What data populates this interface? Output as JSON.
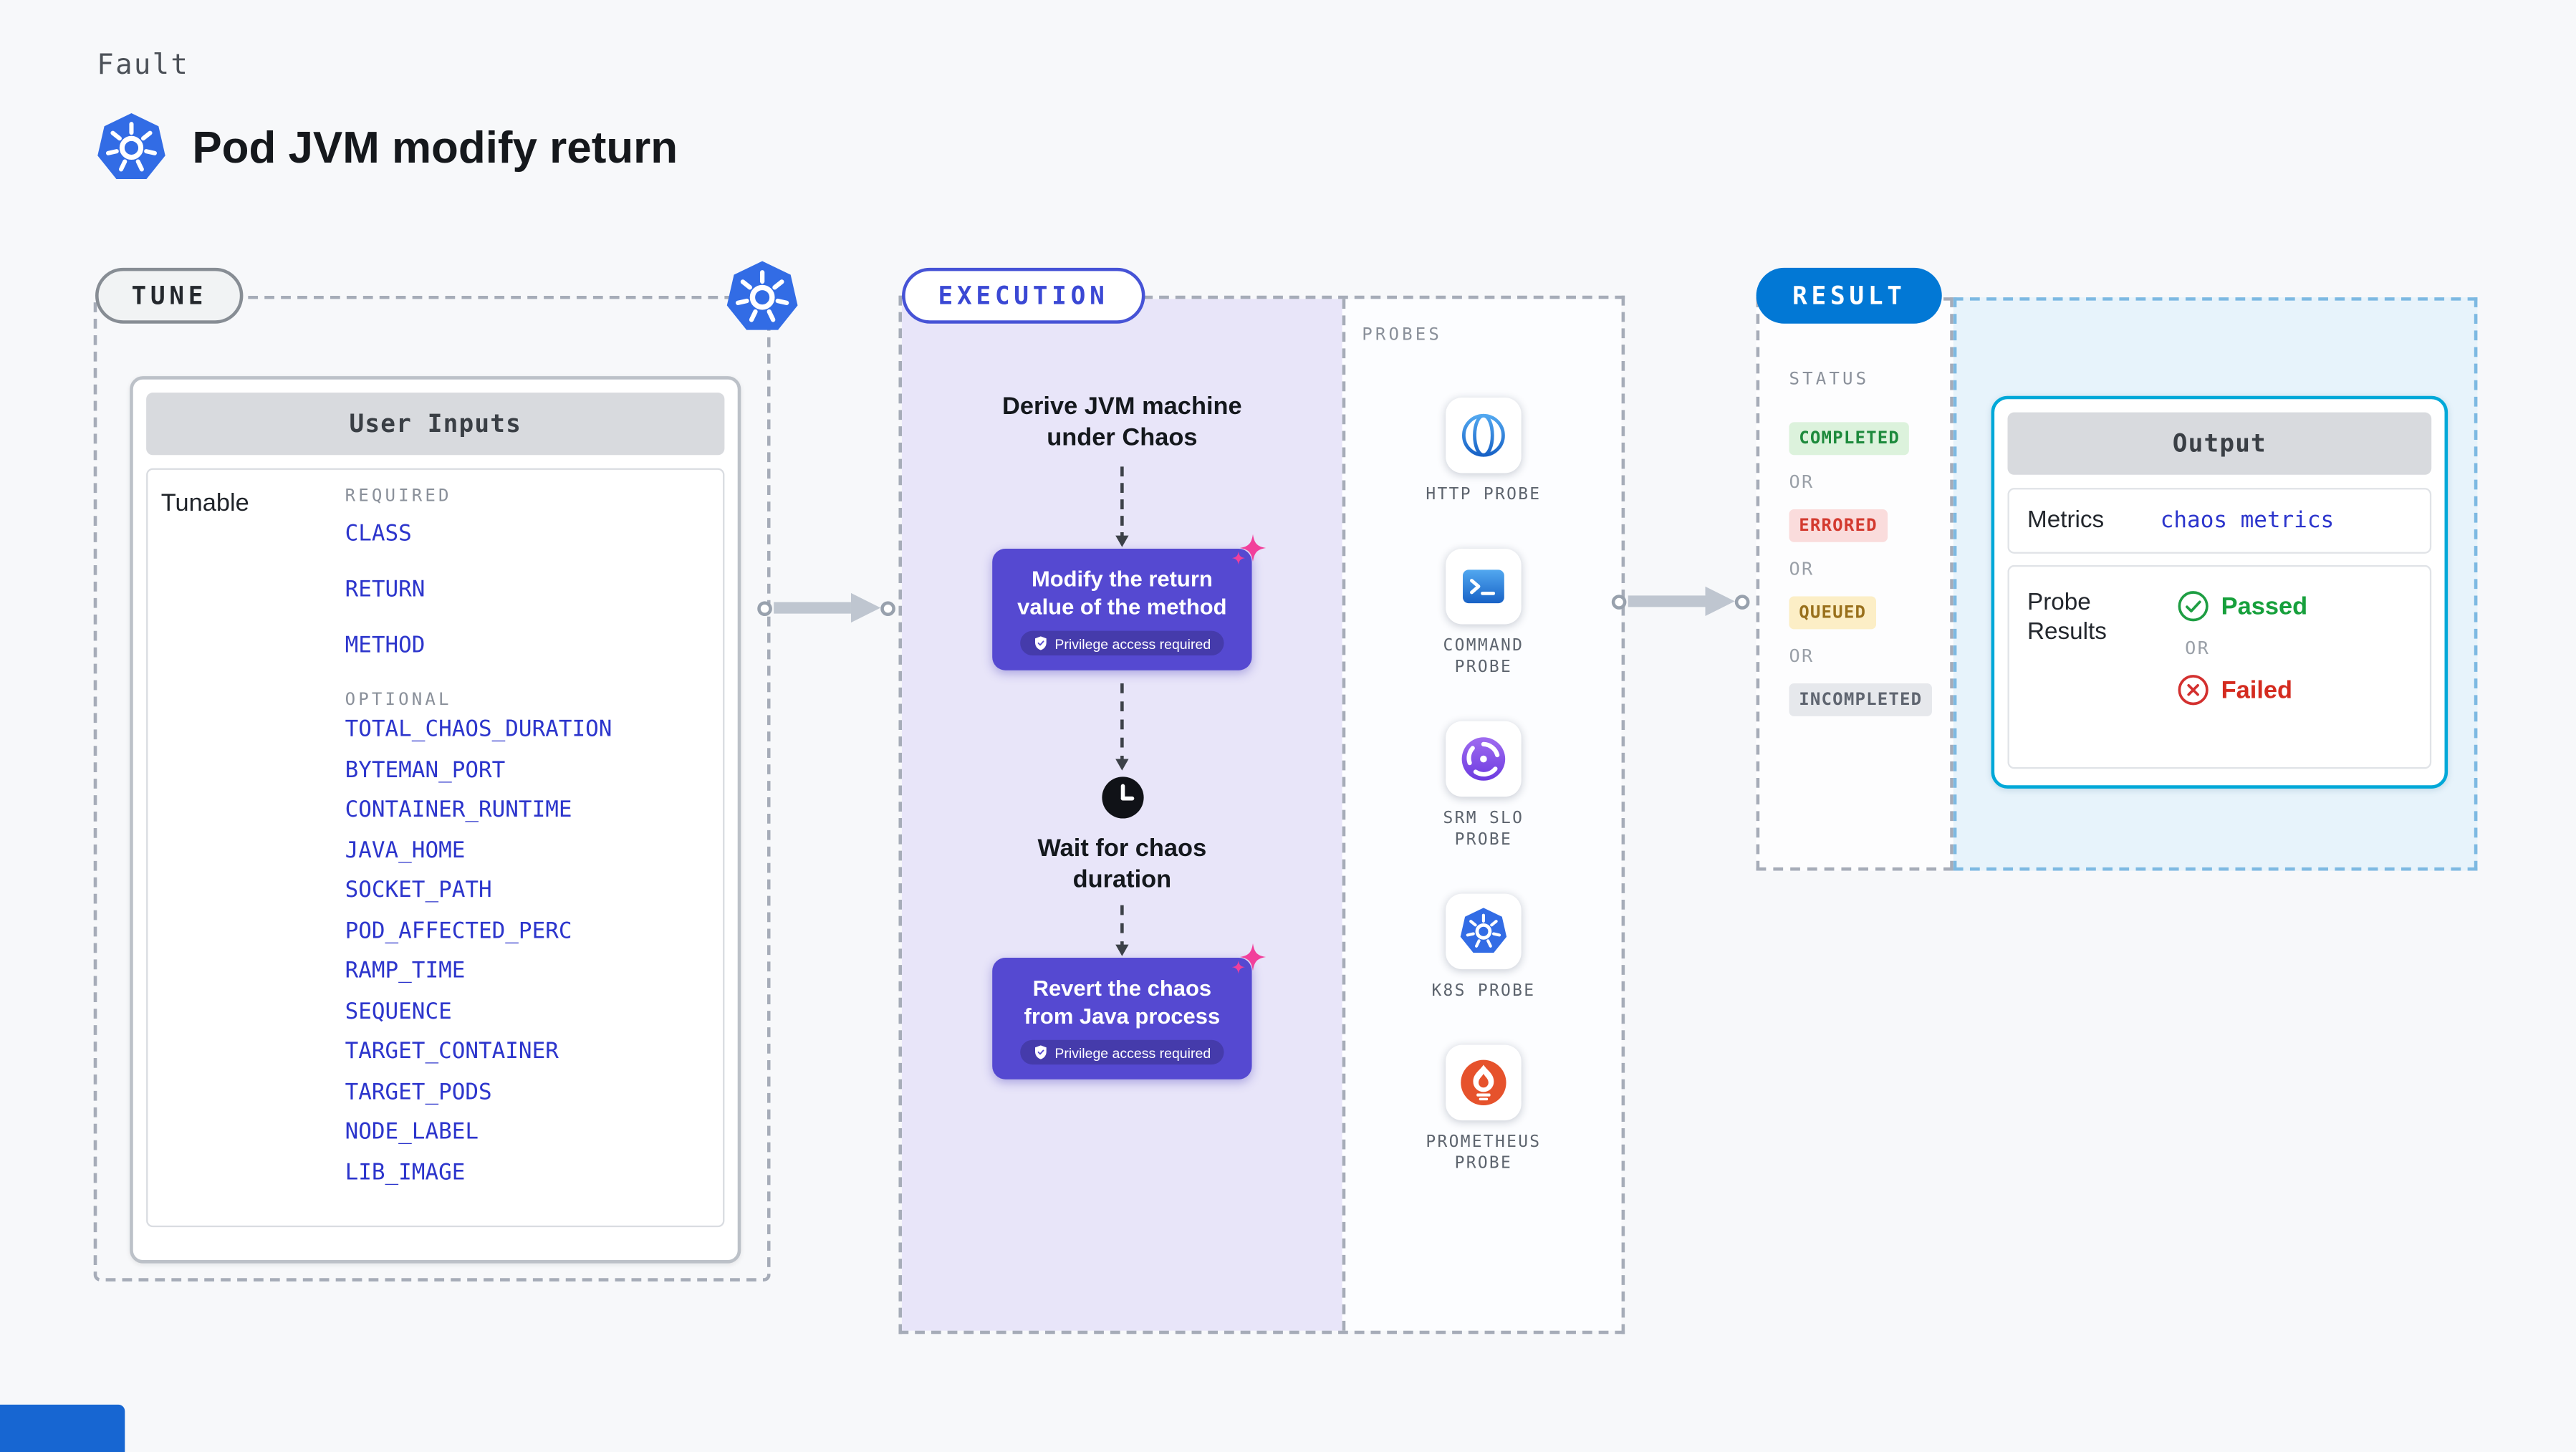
{
  "header": {
    "kicker": "Fault",
    "title": "Pod JVM modify return",
    "logo_icon": "kubernetes-icon"
  },
  "tune": {
    "label": "TUNE",
    "corner_icon": "kubernetes-icon",
    "card_title": "User Inputs",
    "row_label": "Tunable",
    "required_heading": "REQUIRED",
    "required_params": [
      "CLASS",
      "RETURN",
      "METHOD"
    ],
    "optional_heading": "OPTIONAL",
    "optional_params": [
      "TOTAL_CHAOS_DURATION",
      "BYTEMAN_PORT",
      "CONTAINER_RUNTIME",
      "JAVA_HOME",
      "SOCKET_PATH",
      "POD_AFFECTED_PERC",
      "RAMP_TIME",
      "SEQUENCE",
      "TARGET_CONTAINER",
      "TARGET_PODS",
      "NODE_LABEL",
      "LIB_IMAGE"
    ]
  },
  "execution": {
    "label": "EXECUTION",
    "steps": [
      {
        "type": "derive",
        "label": "Derive JVM machine under Chaos"
      },
      {
        "type": "action",
        "label": "Modify the return value of the method",
        "badge": "Privilege access required",
        "icon": "sparkle-icon"
      },
      {
        "type": "wait",
        "label": "Wait for chaos duration",
        "icon": "clock-icon"
      },
      {
        "type": "action",
        "label": "Revert the chaos from Java process",
        "badge": "Privilege access required",
        "icon": "sparkle-icon"
      }
    ]
  },
  "probes": {
    "heading": "PROBES",
    "items": [
      {
        "label": "HTTP PROBE",
        "icon": "globe-icon"
      },
      {
        "label": "COMMAND PROBE",
        "icon": "terminal-icon"
      },
      {
        "label": "SRM SLO PROBE",
        "icon": "slo-gauge-icon"
      },
      {
        "label": "K8S PROBE",
        "icon": "kubernetes-icon"
      },
      {
        "label": "PROMETHEUS PROBE",
        "icon": "prometheus-icon"
      }
    ]
  },
  "result": {
    "label": "RESULT",
    "status_heading": "STATUS",
    "or_label": "OR",
    "statuses": [
      {
        "label": "COMPLETED",
        "bg": "#dcf2dc",
        "color": "#1d8a3c"
      },
      {
        "label": "ERRORED",
        "bg": "#fadcdc",
        "color": "#d33a2f"
      },
      {
        "label": "QUEUED",
        "bg": "#fceec6",
        "color": "#99701c"
      },
      {
        "label": "INCOMPLETED",
        "bg": "#e6e8ec",
        "color": "#5f6570"
      }
    ],
    "output": {
      "title": "Output",
      "metrics_label": "Metrics",
      "metrics_value": "chaos metrics",
      "probe_results_label": "Probe Results",
      "passed_label": "Passed",
      "or_label": "OR",
      "failed_label": "Failed"
    }
  },
  "colors": {
    "page_bg": "#f7f8fa",
    "param_blue": "#2c35cc",
    "action_purple": "#5549d1",
    "execution_bg": "#e8e5f9",
    "execution_accent": "#4653d6",
    "result_pill_blue": "#0278d5",
    "output_card_border": "#00a8d8",
    "output_panel_bg": "#e7f3fb",
    "kubernetes_blue": "#326ce5",
    "prometheus_orange": "#e6522c",
    "sparkle_pink": "#f23f9b",
    "passed_green": "#17a03c",
    "failed_red": "#d42b1f",
    "arrow_gray": "#bfc6d0"
  }
}
